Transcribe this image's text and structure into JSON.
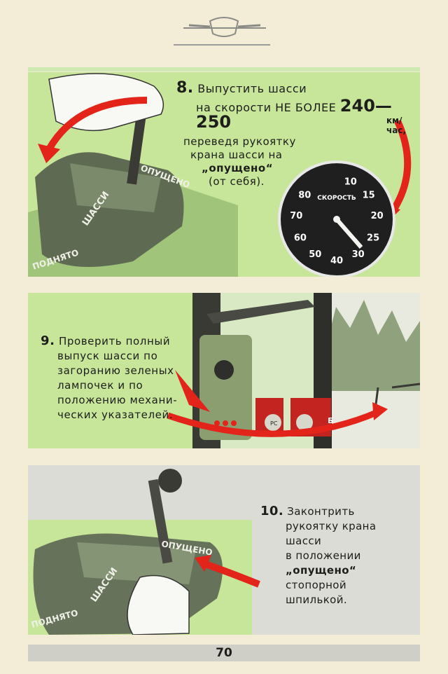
{
  "step8": {
    "num": "8.",
    "line1": "Выпустить шасси",
    "line2_pre": "на скорости НЕ БОЛЕЕ",
    "speed": "240—250",
    "unit": "км/час,",
    "sub1": "переведя рукоятку",
    "sub2": "крана шасси на",
    "sub3": "„опущено“",
    "sub4": "(от себя)."
  },
  "gauge": {
    "label": "СКОРОСТЬ",
    "ticks": [
      "10",
      "15",
      "20",
      "25",
      "30",
      "40",
      "50",
      "60",
      "70",
      "80"
    ]
  },
  "step9": {
    "num": "9.",
    "lines": [
      "Проверить полный",
      "выпуск шасси по",
      "загоранию зеленых",
      "лампочек и по",
      "положению механи-",
      "ческих указателей."
    ]
  },
  "step10": {
    "num": "10.",
    "lines": [
      "Законтрить",
      "рукоятку крана",
      "шасси",
      "в положении"
    ],
    "bold_word": "„опущено“",
    "tail": [
      "стопорной",
      "шпилькой."
    ]
  },
  "lever": {
    "shassi": "ШАССИ",
    "opushcheno": "ОПУЩЕНО",
    "podnyato": "ПОДНЯТО"
  },
  "indicators": {
    "left": "РС",
    "right": "Б"
  },
  "page_number": "70",
  "colors": {
    "green": "#c7e69a",
    "red": "#e3241b",
    "gray": "#dcdcd6",
    "paper": "#f3ecd6"
  }
}
